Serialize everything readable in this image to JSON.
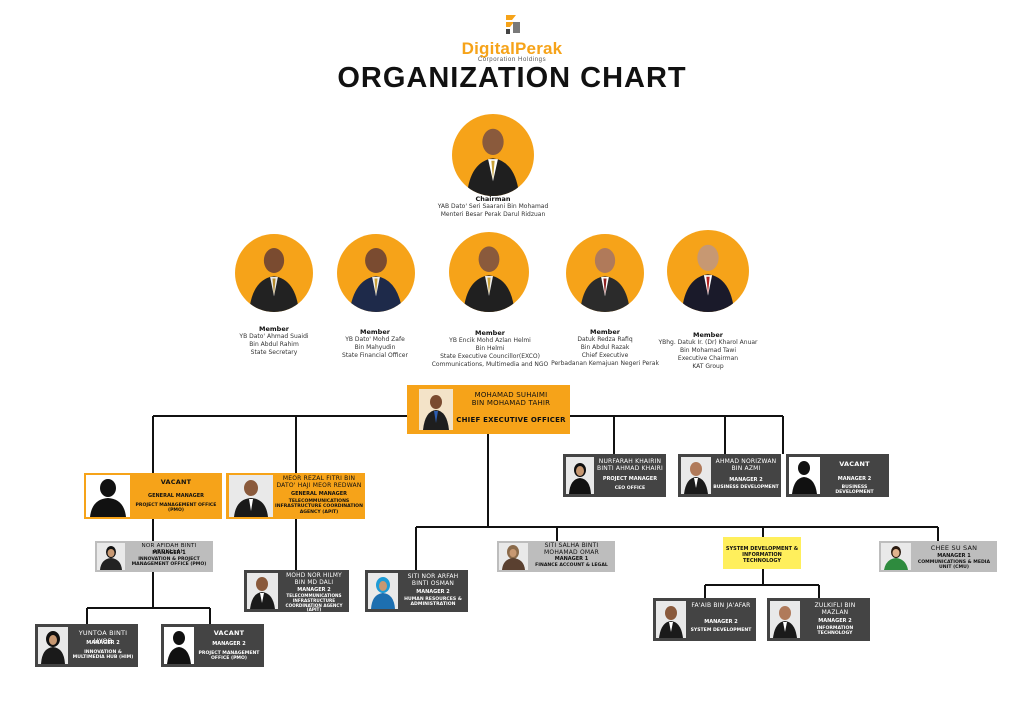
{
  "logo": {
    "name_a": "Digital",
    "name_b": "Perak",
    "sub": "Corporation Holdings"
  },
  "title": "ORGANIZATION CHART",
  "chairman": {
    "role": "Chairman",
    "line1": "YAB Dato' Seri Saarani Bin Mohamad",
    "line2": "Menteri Besar Perak Darul Ridzuan"
  },
  "members": [
    {
      "role": "Member",
      "lines": [
        "YB Dato' Ahmad Suaidi",
        "Bin Abdul Rahim",
        "State Secretary"
      ]
    },
    {
      "role": "Member",
      "lines": [
        "YB Dato' Mohd Zafe",
        "Bin Mahyudin",
        "State Financial Officer"
      ]
    },
    {
      "role": "Member",
      "lines": [
        "YB Encik Mohd Azlan Helmi",
        "Bin Helmi",
        "State Executive Councillor(EXCO)",
        "Communications, Multimedia and NGO"
      ]
    },
    {
      "role": "Member",
      "lines": [
        "Datuk Redza Rafiq",
        "Bin Abdul Razak",
        "Chief Executive",
        "Perbadanan Kemajuan Negeri Perak"
      ]
    },
    {
      "role": "Member",
      "lines": [
        "YBhg. Datuk Ir. (Dr) Kharol Anuar",
        "Bin Mohamad Tawi",
        "Executive Chairman",
        "KAT Group"
      ]
    }
  ],
  "ceo": {
    "name1": "MOHAMAD SUHAIMI",
    "name2": "BIN MOHAMAD TAHIR",
    "role": "CHIEF EXECUTIVE OFFICER"
  },
  "staff": {
    "vacant_gm": {
      "name": "VACANT",
      "role": "GENERAL MANAGER",
      "dept": "PROJECT MANAGEMENT OFFICE (PMO)"
    },
    "meor": {
      "name": "MEOR REZAL FITRI BIN DATO' HAJI MEOR REDWAN",
      "role": "GENERAL MANAGER",
      "dept": "TELECOMMUNICATIONS INFRASTRUCTURE COORDINATION AGENCY (APIT)"
    },
    "nurfarah": {
      "name": "NURFARAH KHAIRIN BINTI AHMAD KHAIRI",
      "role": "PROJECT MANAGER",
      "dept": "CEO OFFICE"
    },
    "ahmad": {
      "name": "AHMAD NORIZWAN BIN AZMI",
      "role": "MANAGER 2",
      "dept": "BUSINESS DEVELOPMENT"
    },
    "vacant_bd": {
      "name": "VACANT",
      "role": "MANAGER 2",
      "dept": "BUSINESS DEVELOPMENT"
    },
    "nor": {
      "name": "NOR AFIDAH BINTI ABDULLAH",
      "role": "MANAGER 1",
      "dept": "INNOVATION & PROJECT MANAGEMENT OFFICE (PMO)"
    },
    "mohd": {
      "name": "MOHD NOR HILMY BIN MD DALI",
      "role": "MANAGER 2",
      "dept": "TELECOMMUNICATIONS INFRASTRUCTURE COORDINATION AGENCY (APIT)"
    },
    "sitinor": {
      "name": "SITI NOR ARFAH BINTI OSMAN",
      "role": "MANAGER 2",
      "dept": "HUMAN RESOURCES & ADMINISTRATION"
    },
    "sitisalha": {
      "name": "SITI SALHA BINTI MOHAMAD OMAR",
      "role": "MANAGER 1",
      "dept": "FINANCE ACCOUNT & LEGAL"
    },
    "sysdev": {
      "label": "SYSTEM DEVELOPMENT & INFORMATION TECHNOLOGY"
    },
    "chee": {
      "name": "CHEE SU SAN",
      "role": "MANAGER 1",
      "dept": "COMMUNICATIONS & MEDIA UNIT (CMU)"
    },
    "yuntoa": {
      "name": "YUNTOA BINTI UYOB",
      "role": "MANAGER 2",
      "dept": "INNOVATION & MULTIMEDIA HUB (HIM)"
    },
    "vacant_pmo": {
      "name": "VACANT",
      "role": "MANAGER 2",
      "dept": "PROJECT MANAGEMENT OFFICE (PMO)"
    },
    "faaib": {
      "name": "FA'AIB BIN JA'AFAR",
      "role": "MANAGER 2",
      "dept": "SYSTEM DEVELOPMENT"
    },
    "zulkifli": {
      "name": "ZULKIFLI BIN MAZLAN",
      "role": "MANAGER 2",
      "dept": "INFORMATION TECHNOLOGY"
    }
  },
  "colors": {
    "accent": "#f6a319",
    "box_dark": "#444444",
    "box_gray": "#bdbdbd",
    "box_yellow": "#ffef5c"
  }
}
